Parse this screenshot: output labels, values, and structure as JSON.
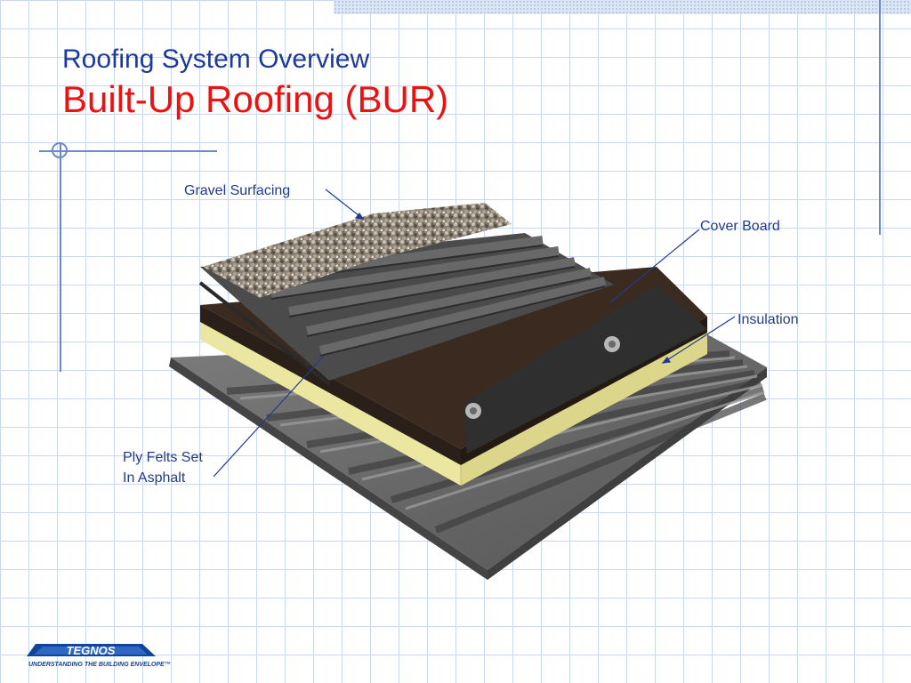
{
  "slide": {
    "subtitle": "Roofing System Overview",
    "title": "Built-Up Roofing (BUR)"
  },
  "labels": {
    "gravel": "Gravel Surfacing",
    "cover_board": "Cover Board",
    "insulation": "Insulation",
    "ply_felts_line1": "Ply Felts Set",
    "ply_felts_line2": "In Asphalt"
  },
  "logo": {
    "name": "TEGNOS",
    "tagline": "UNDERSTANDING THE BUILDING ENVELOPE™"
  },
  "colors": {
    "subtitle": "#1d3a9a",
    "title": "#ee1111",
    "labels": "#233a8c",
    "insulation": "#f5f2a0",
    "cover_board": "#3c2a1e",
    "deck": "#6a6a6a"
  }
}
